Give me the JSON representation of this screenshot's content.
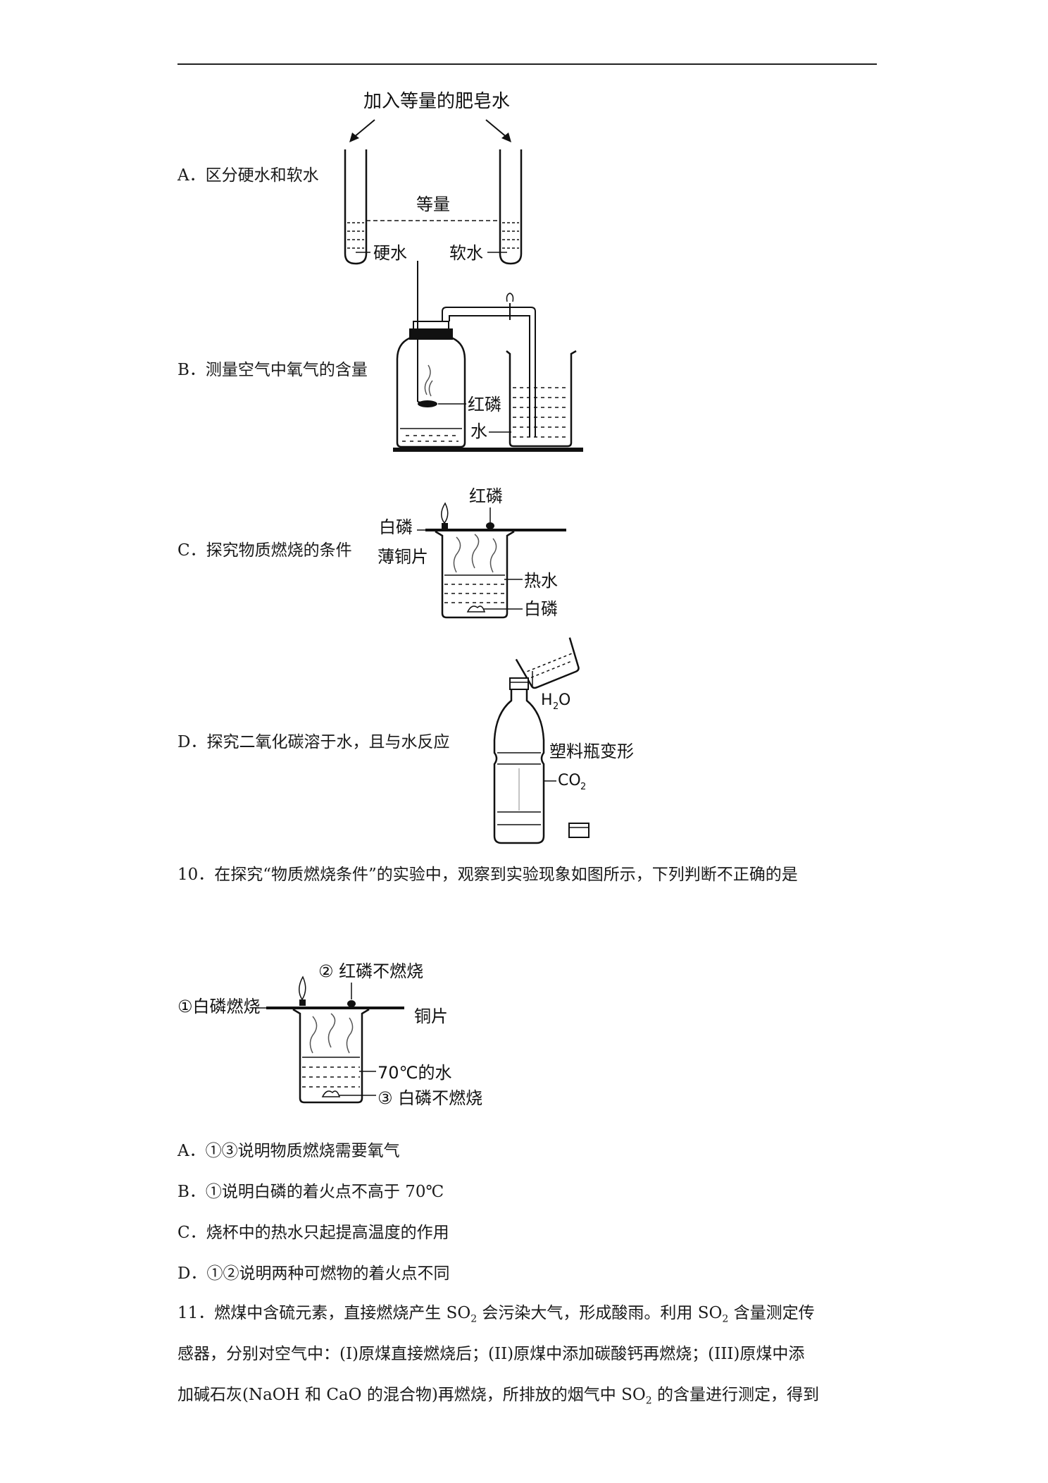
{
  "q9_options": {
    "a": "A．区分硬水和软水",
    "b": "B．测量空气中氧气的含量",
    "c": "C．探究物质燃烧的条件",
    "d": "D．探究二氧化碳溶于水，且与水反应"
  },
  "fig_a": {
    "top": "加入等量的肥皂水",
    "mid": "等量",
    "left": "硬水",
    "right": "软水"
  },
  "fig_b": {
    "phosphorus": "红磷",
    "water": "水"
  },
  "fig_c": {
    "red_p": "红磷",
    "white_p_top": "白磷",
    "copper": "薄铜片",
    "hot_water": "热水",
    "white_p_bottom": "白磷"
  },
  "fig_d": {
    "h2o_h": "H",
    "h2o_sub": "2",
    "h2o_o": "O",
    "deform": "塑料瓶变形",
    "co2": "CO",
    "co2_sub": "2"
  },
  "q10": {
    "stem": "10．在探究“物质燃烧条件”的实验中，观察到实验现象如图所示，下列判断不正确的是",
    "fig": {
      "red": "② 红磷不燃烧",
      "white_top": "①白磷燃烧",
      "copper": "铜片",
      "water": "70℃的水",
      "white_bottom": "③ 白磷不燃烧"
    },
    "options": {
      "a": "A．①③说明物质燃烧需要氧气",
      "b": "B．①说明白磷的着火点不高于 70℃",
      "c": "C．烧杯中的热水只起提高温度的作用",
      "d": "D．①②说明两种可燃物的着火点不同"
    }
  },
  "q11": {
    "l1a": "11．燃煤中含硫元素，直接燃烧产生 SO",
    "l1s": "2",
    "l1b": " 会污染大气，形成酸雨。利用 SO",
    "l1s2": "2",
    "l1c": " 含量测定传",
    "l2": "感器，分别对空气中：(I)原煤直接燃烧后；(II)原煤中添加碳酸钙再燃烧；(III)原煤中添",
    "l3a": "加碱石灰(NaOH 和 CaO 的混合物)再燃烧，所排放的烟气中 SO",
    "l3s": "2",
    "l3b": " 的含量进行测定，得到"
  }
}
